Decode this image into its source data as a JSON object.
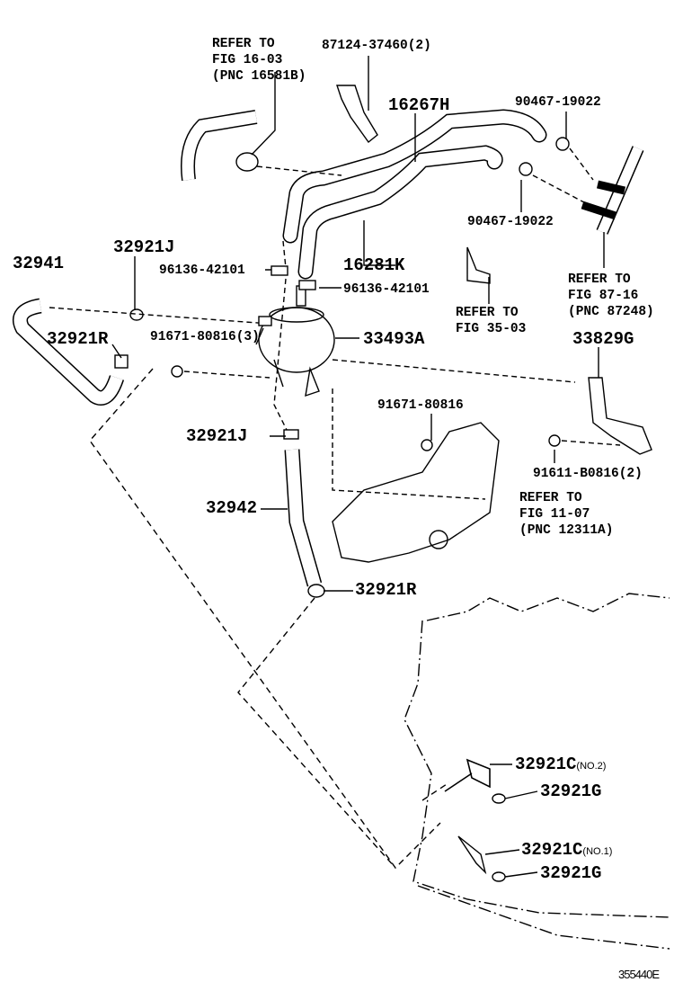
{
  "labels": {
    "refer_16_03": [
      "REFER TO",
      "FIG 16-03",
      "(PNC 16581B)"
    ],
    "clip_87124": "87124-37460(2)",
    "hose_16267h": "16267H",
    "clamp_90467_a": "90467-19022",
    "clamp_90467_b": "90467-19022",
    "hose_16281k": "16281K",
    "clip_96136_a": "96136-42101",
    "clip_96136_b": "96136-42101",
    "refer_35_03": [
      "REFER TO",
      "FIG 35-03"
    ],
    "refer_87_16": [
      "REFER TO",
      "FIG 87-16",
      "(PNC 87248)"
    ],
    "hose_32941": "32941",
    "clamp_32921j_a": "32921J",
    "clamp_32921r_a": "32921R",
    "bolt_91671_3": "91671-80816(3)",
    "canister_33493a": "33493A",
    "bracket_33829g": "33829G",
    "bolt_91671": "91671-80816",
    "clamp_32921j_b": "32921J",
    "bolt_91611": "91611-B0816(2)",
    "refer_11_07": [
      "REFER TO",
      "FIG 11-07",
      "(PNC 12311A)"
    ],
    "hose_32942": "32942",
    "clamp_32921r_b": "32921R",
    "nozzle_no2": "32921C",
    "nozzle_no2_note": "(NO.2)",
    "gasket_a": "32921G",
    "nozzle_no1": "32921C",
    "nozzle_no1_note": "(NO.1)",
    "gasket_b": "32921G"
  },
  "illustration_code": "355440E"
}
